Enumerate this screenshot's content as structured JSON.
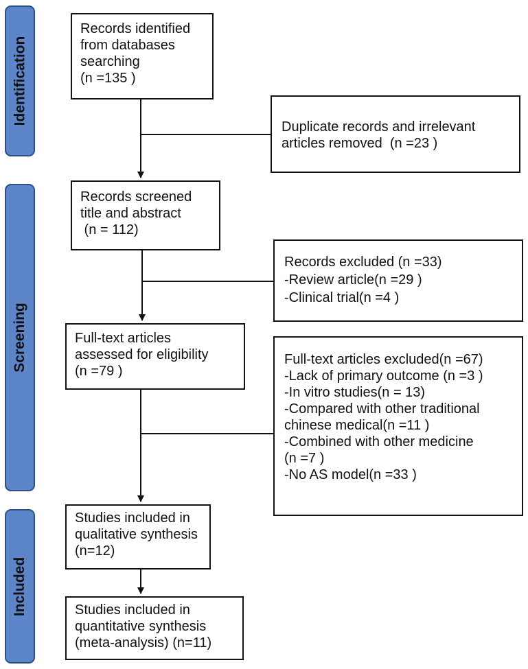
{
  "stages": {
    "identification": "Identification",
    "screening": "Screening",
    "included": "Included"
  },
  "boxes": {
    "identified": [
      "Records identified",
      "from databases",
      "searching",
      "(n =135 )"
    ],
    "duplicates": [
      "Duplicate records and irrelevant",
      "articles removed  (n =23 )"
    ],
    "screened": [
      "Records screened",
      "title and abstract",
      " (n = 112)"
    ],
    "excluded_screening": [
      "Records excluded (n =33)",
      "-Review article(n =29 )",
      "-Clinical trial(n =4 )"
    ],
    "fulltext": [
      "Full-text articles",
      "assessed for eligibility",
      "(n =79 )"
    ],
    "excluded_fulltext": [
      "Full-text articles excluded(n =67)",
      "-Lack of primary outcome (n =3 )",
      "-In vitro studies(n = 13)",
      "-Compared with other traditional",
      "chinese medical(n =11 )",
      "-Combined with other medicine",
      "(n =7 )",
      "-No AS model(n =33 )"
    ],
    "qualitative": [
      "Studies included in",
      "qualitative synthesis",
      "(n=12)"
    ],
    "quantitative": [
      "Studies included in",
      "quantitative synthesis",
      "(meta-analysis) (n=11)"
    ]
  },
  "colors": {
    "stage_fill": "#5d85c9",
    "stage_border": "#2d4f86",
    "line": "#111111"
  }
}
